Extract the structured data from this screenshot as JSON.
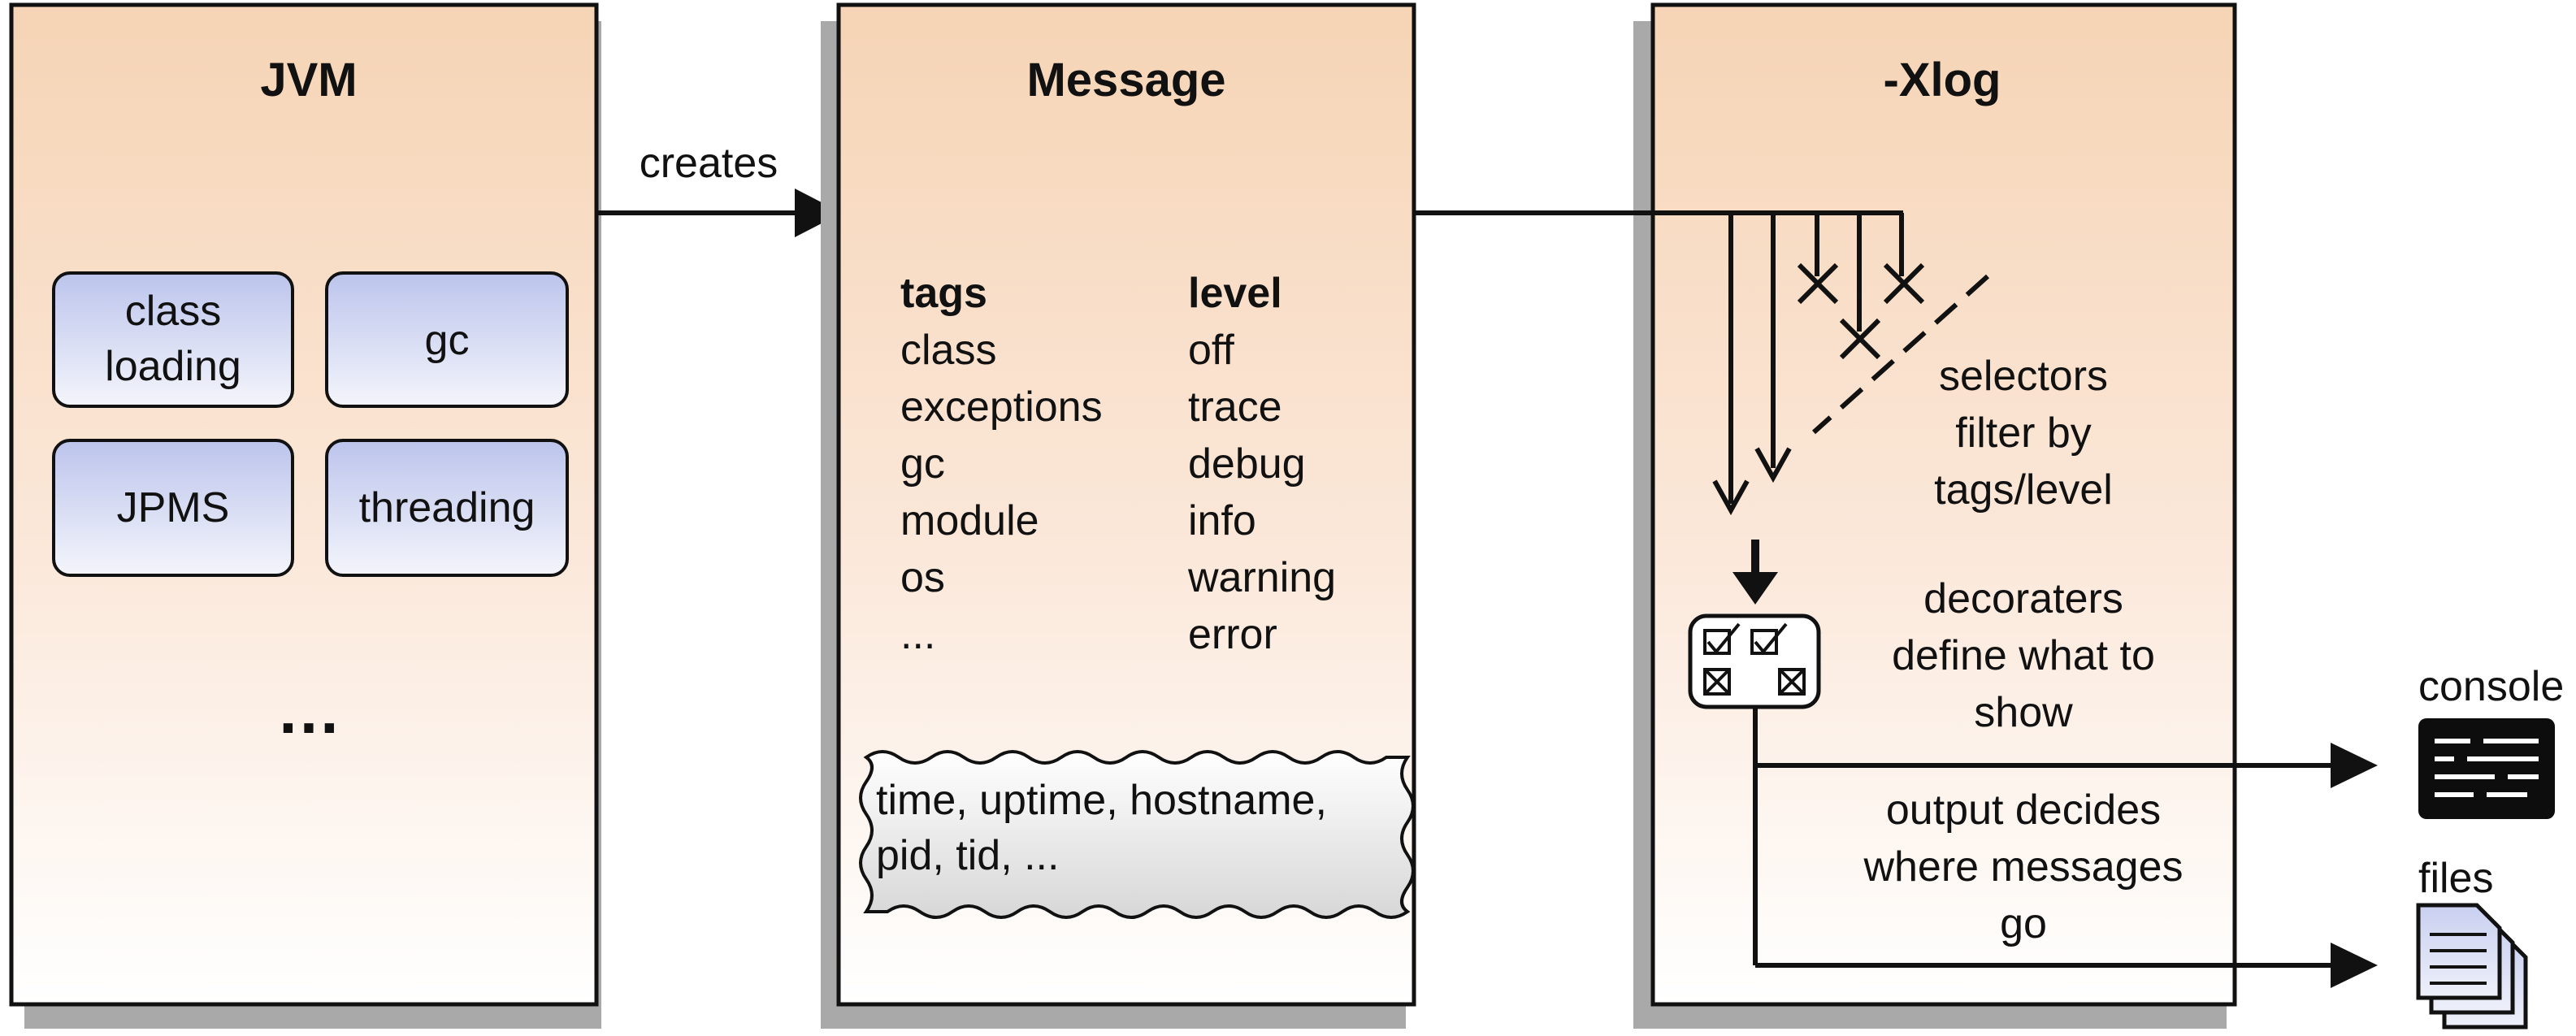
{
  "jvm": {
    "title": "JVM",
    "subsystems": [
      {
        "lines": [
          "class",
          "loading"
        ]
      },
      {
        "lines": [
          "gc"
        ]
      },
      {
        "lines": [
          "JPMS"
        ]
      },
      {
        "lines": [
          "threading"
        ]
      }
    ],
    "more": "…"
  },
  "edge_label": "creates",
  "message": {
    "title": "Message",
    "tags_header": "tags",
    "tags": [
      "class",
      "exceptions",
      "gc",
      "module",
      "os",
      "..."
    ],
    "level_header": "level",
    "levels": [
      "off",
      "trace",
      "debug",
      "info",
      "warning",
      "error"
    ],
    "extras_lines": [
      "time, uptime, hostname,",
      "pid, tid, ..."
    ]
  },
  "xlog": {
    "title": "-Xlog",
    "selectors_lines": [
      "selectors",
      "filter by",
      "tags/level"
    ],
    "decorators_lines": [
      "decoraters",
      "define what to",
      "show"
    ],
    "output_lines": [
      "output decides",
      "where messages",
      "go"
    ]
  },
  "targets": {
    "console": "console",
    "files": "files"
  }
}
